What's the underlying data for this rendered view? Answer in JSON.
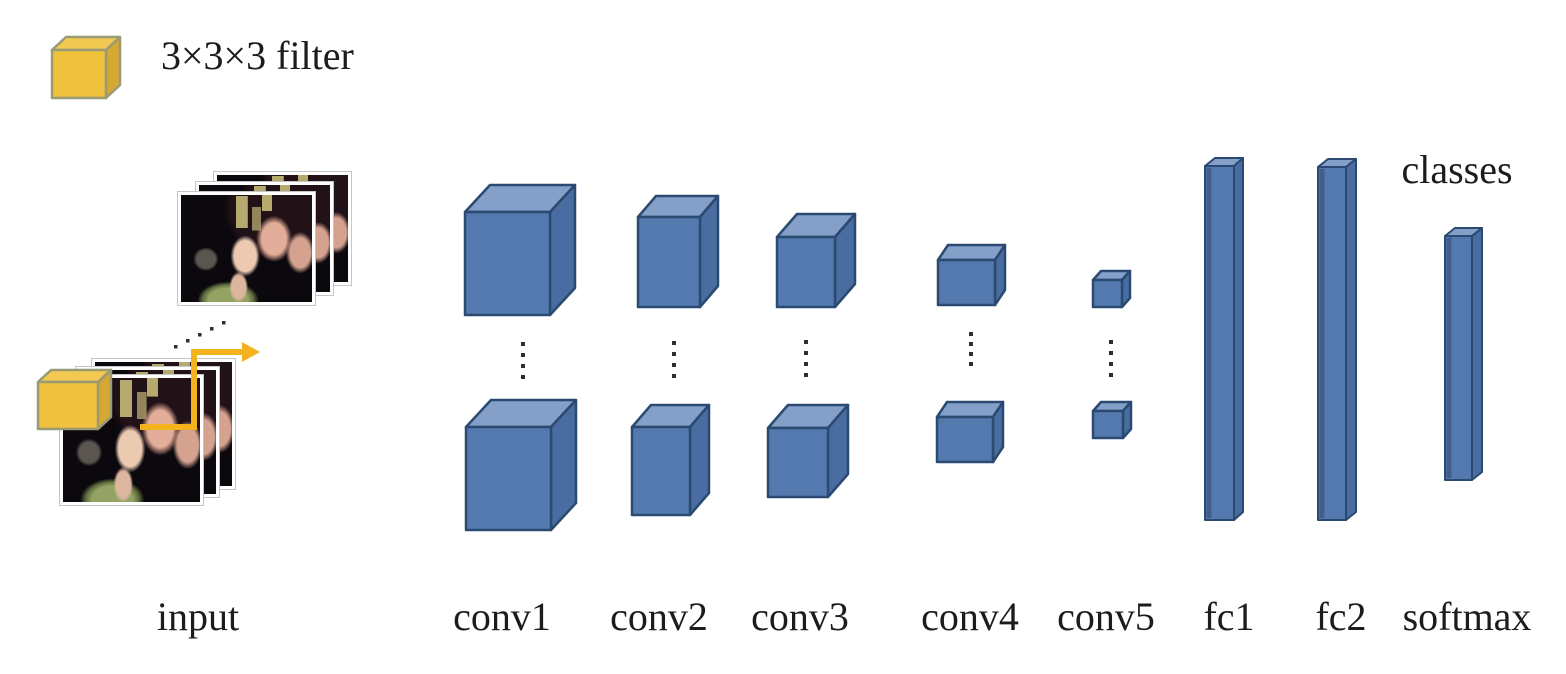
{
  "legend": {
    "filter_label": "3×3×3 filter"
  },
  "output_label": "classes",
  "layers": [
    {
      "id": "input",
      "label": "input"
    },
    {
      "id": "conv1",
      "label": "conv1"
    },
    {
      "id": "conv2",
      "label": "conv2"
    },
    {
      "id": "conv3",
      "label": "conv3"
    },
    {
      "id": "conv4",
      "label": "conv4"
    },
    {
      "id": "conv5",
      "label": "conv5"
    },
    {
      "id": "fc1",
      "label": "fc1"
    },
    {
      "id": "fc2",
      "label": "fc2"
    },
    {
      "id": "softmax",
      "label": "softmax"
    }
  ],
  "colors": {
    "cube_front": "#5479AE",
    "cube_top": "#84A0C9",
    "cube_side": "#4A6DA1",
    "cube_outline": "#2B4A72",
    "bar_edge": "#3F5E8E",
    "filter_front": "#EFC13D",
    "filter_top": "#F2CA52",
    "filter_side": "#D6A833",
    "filter_outline": "#9A9A74",
    "arrow": "#F2B31C",
    "dots": "#2E2E2E"
  }
}
